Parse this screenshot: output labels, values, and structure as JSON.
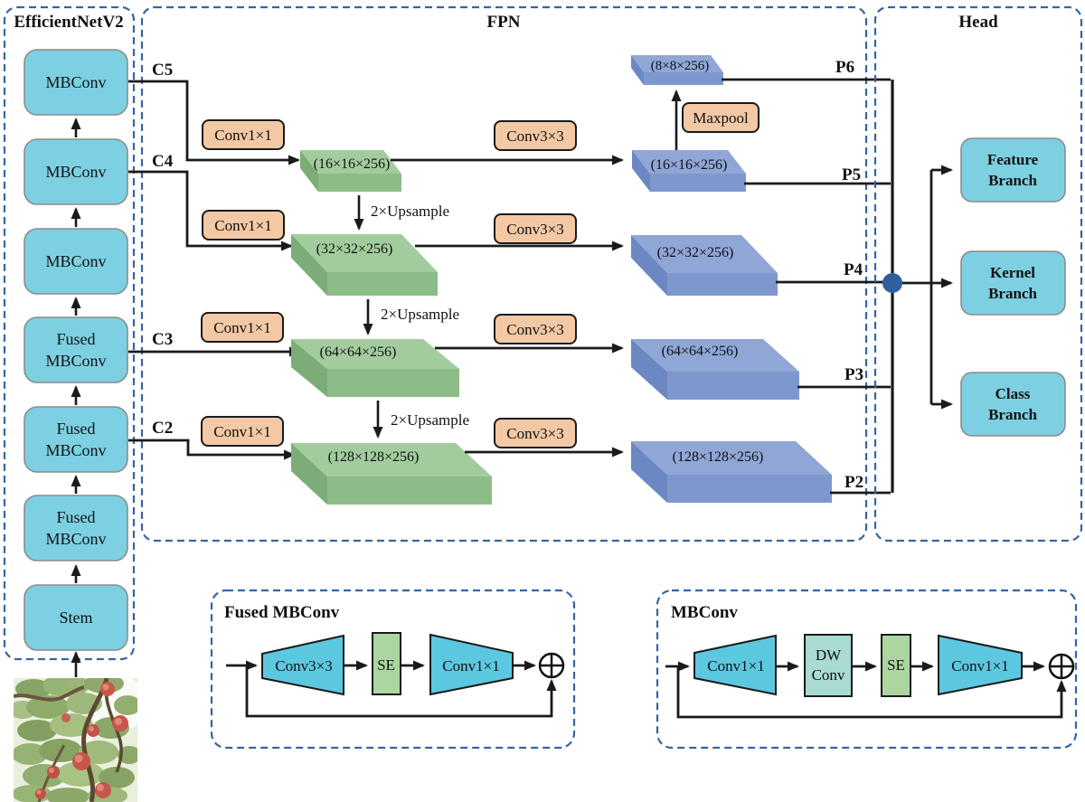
{
  "backbone": {
    "title": "EfficientNetV2",
    "blocks": [
      {
        "line1": "MBConv",
        "line2": ""
      },
      {
        "line1": "MBConv",
        "line2": ""
      },
      {
        "line1": "MBConv",
        "line2": ""
      },
      {
        "line1": "Fused",
        "line2": "MBConv"
      },
      {
        "line1": "Fused",
        "line2": "MBConv"
      },
      {
        "line1": "Fused",
        "line2": "MBConv"
      },
      {
        "line1": "Stem",
        "line2": ""
      }
    ]
  },
  "fpn": {
    "title": "FPN",
    "c_labels": [
      "C5",
      "C4",
      "C3",
      "C2"
    ],
    "p_labels": [
      "P6",
      "P5",
      "P4",
      "P3",
      "P2"
    ],
    "lateral_conv": "Conv1×1",
    "output_conv": "Conv3×3",
    "maxpool": "Maxpool",
    "upsample": "2×Upsample",
    "td_tensors": [
      "(16×16×256)",
      "(32×32×256)",
      "(64×64×256)",
      "(128×128×256)"
    ],
    "out_tensors": [
      "(8×8×256)",
      "(16×16×256)",
      "(32×32×256)",
      "(64×64×256)",
      "(128×128×256)"
    ]
  },
  "head": {
    "title": "Head",
    "branches": [
      {
        "line1": "Feature",
        "line2": "Branch"
      },
      {
        "line1": "Kernel",
        "line2": "Branch"
      },
      {
        "line1": "Class",
        "line2": "Branch"
      }
    ]
  },
  "fused_block": {
    "title": "Fused MBConv",
    "conv": "Conv3×3",
    "se": "SE",
    "project": "Conv1×1"
  },
  "mbconv_block": {
    "title": "MBConv",
    "expand": "Conv1×1",
    "dw_line1": "DW",
    "dw_line2": "Conv",
    "se": "SE",
    "project": "Conv1×1"
  },
  "colors": {
    "dashed_border": "#3465A4",
    "block_cyan": "#7DD0E2",
    "conv_orange": "#F3C8A4",
    "tensor_green_top": "#A2CC9D",
    "tensor_green_front": "#8CBC88",
    "tensor_green_side": "#7CAD78",
    "tensor_blue_top": "#8FA6D6",
    "tensor_blue_front": "#7E98CE",
    "tensor_blue_side": "#6B88C2",
    "junction_dot": "#2E5F9E",
    "trapezoid_cyan": "#5CC8E0",
    "se_green": "#ABD6A0",
    "dw_teal": "#A9DBD3",
    "line_black": "#1a1a1a"
  }
}
